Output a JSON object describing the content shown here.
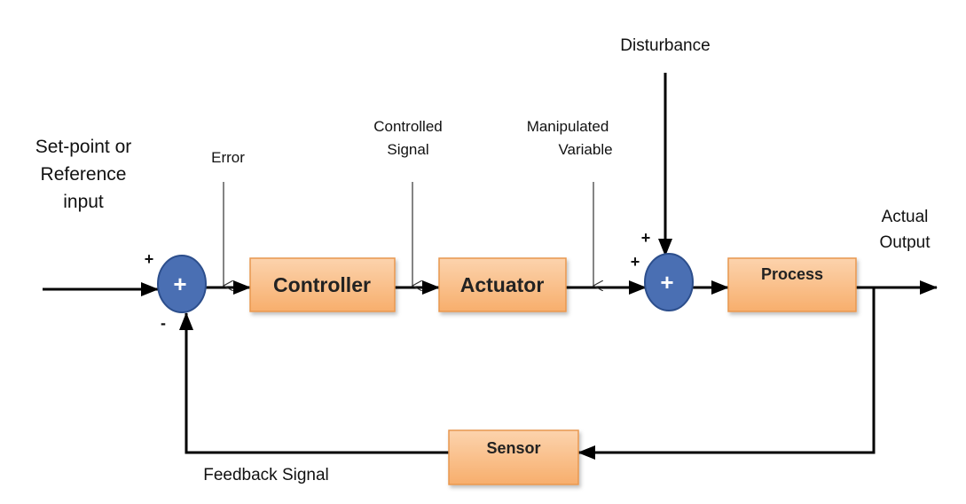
{
  "labels": {
    "setpoint": [
      "Set-point or",
      "Reference",
      "input"
    ],
    "error": "Error",
    "controlled_signal": [
      "Controlled",
      "Signal"
    ],
    "manipulated_variable": [
      "Manipulated",
      "Variable"
    ],
    "disturbance": "Disturbance",
    "actual_output": [
      "Actual",
      "Output"
    ],
    "feedback_signal": "Feedback Signal"
  },
  "blocks": {
    "controller": "Controller",
    "actuator": "Actuator",
    "process": "Process",
    "sensor": "Sensor"
  },
  "summing": {
    "junction1": {
      "symbol": "+",
      "input_sign": "+",
      "feedback_sign": "-"
    },
    "junction2": {
      "symbol": "+",
      "disturbance_sign": "+",
      "input_sign": "+"
    }
  },
  "colors": {
    "block_fill_top": "#fcd3ad",
    "block_fill_bottom": "#f7ae6c",
    "block_stroke": "#e8974f",
    "summing_fill": "#4a6fb3",
    "summing_stroke": "#2c4e8c",
    "line": "#000000"
  }
}
